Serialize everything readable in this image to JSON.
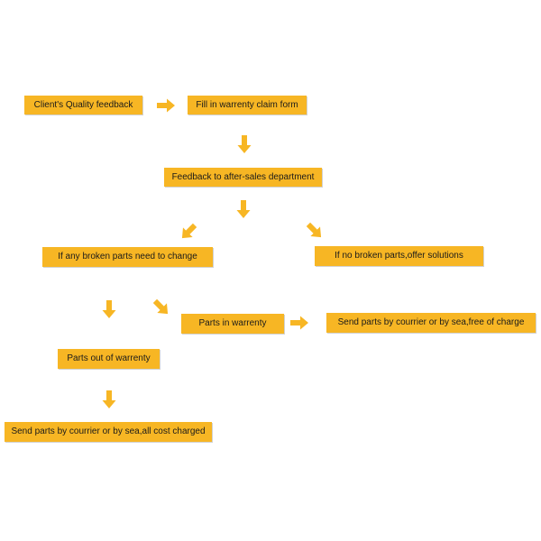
{
  "diagram": {
    "colors": {
      "box_fill": "#f7b624",
      "arrow_fill": "#f7b624",
      "text": "#1a1a1a",
      "background": "#ffffff"
    },
    "nodes": {
      "client_feedback": "Client's Quality feedback",
      "claim_form": "Fill in warrenty claim form",
      "after_sales": "Feedback to after-sales department",
      "broken_parts": "If any broken parts need to change",
      "no_broken_parts": "If no broken parts,offer solutions",
      "in_warranty": "Parts in warrenty",
      "free_shipping": "Send parts by courrier or by sea,free of charge",
      "out_of_warranty": "Parts out of warrenty",
      "charged_shipping": "Send parts by courrier or by sea,all cost charged"
    }
  }
}
